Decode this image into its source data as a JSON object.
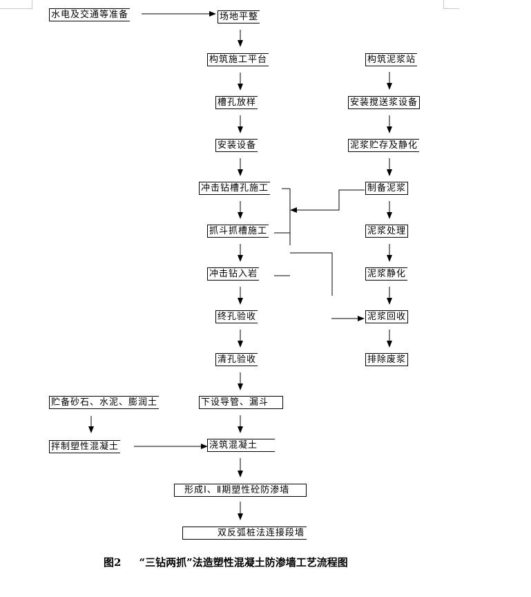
{
  "diagram": {
    "left_col": [
      "场地平整",
      "构筑施工平台",
      "槽孔放样",
      "安装设备",
      "冲击钻槽孔施工",
      "抓斗抓槽施工",
      "冲击钻入岩",
      "终孔验收",
      "清孔验收",
      "下设导管、漏斗",
      "浇筑混凝土",
      "形成Ⅰ、Ⅱ期塑性砼防渗墙",
      "双反弧桩法连接段墙"
    ],
    "right_col": [
      "构筑泥浆站",
      "安装搅送浆设备",
      "泥浆贮存及静化",
      "制备泥浆",
      "泥浆处理",
      "泥浆静化",
      "泥浆回收",
      "排除废浆"
    ],
    "prep": "水电及交通等准备",
    "side": [
      "贮备砂石、水泥、膨润土",
      "拌制塑性混凝土"
    ]
  },
  "caption": {
    "figure_no": "图2",
    "title": "“三钻两抓”法造塑性混凝土防渗墙工艺流程图"
  }
}
